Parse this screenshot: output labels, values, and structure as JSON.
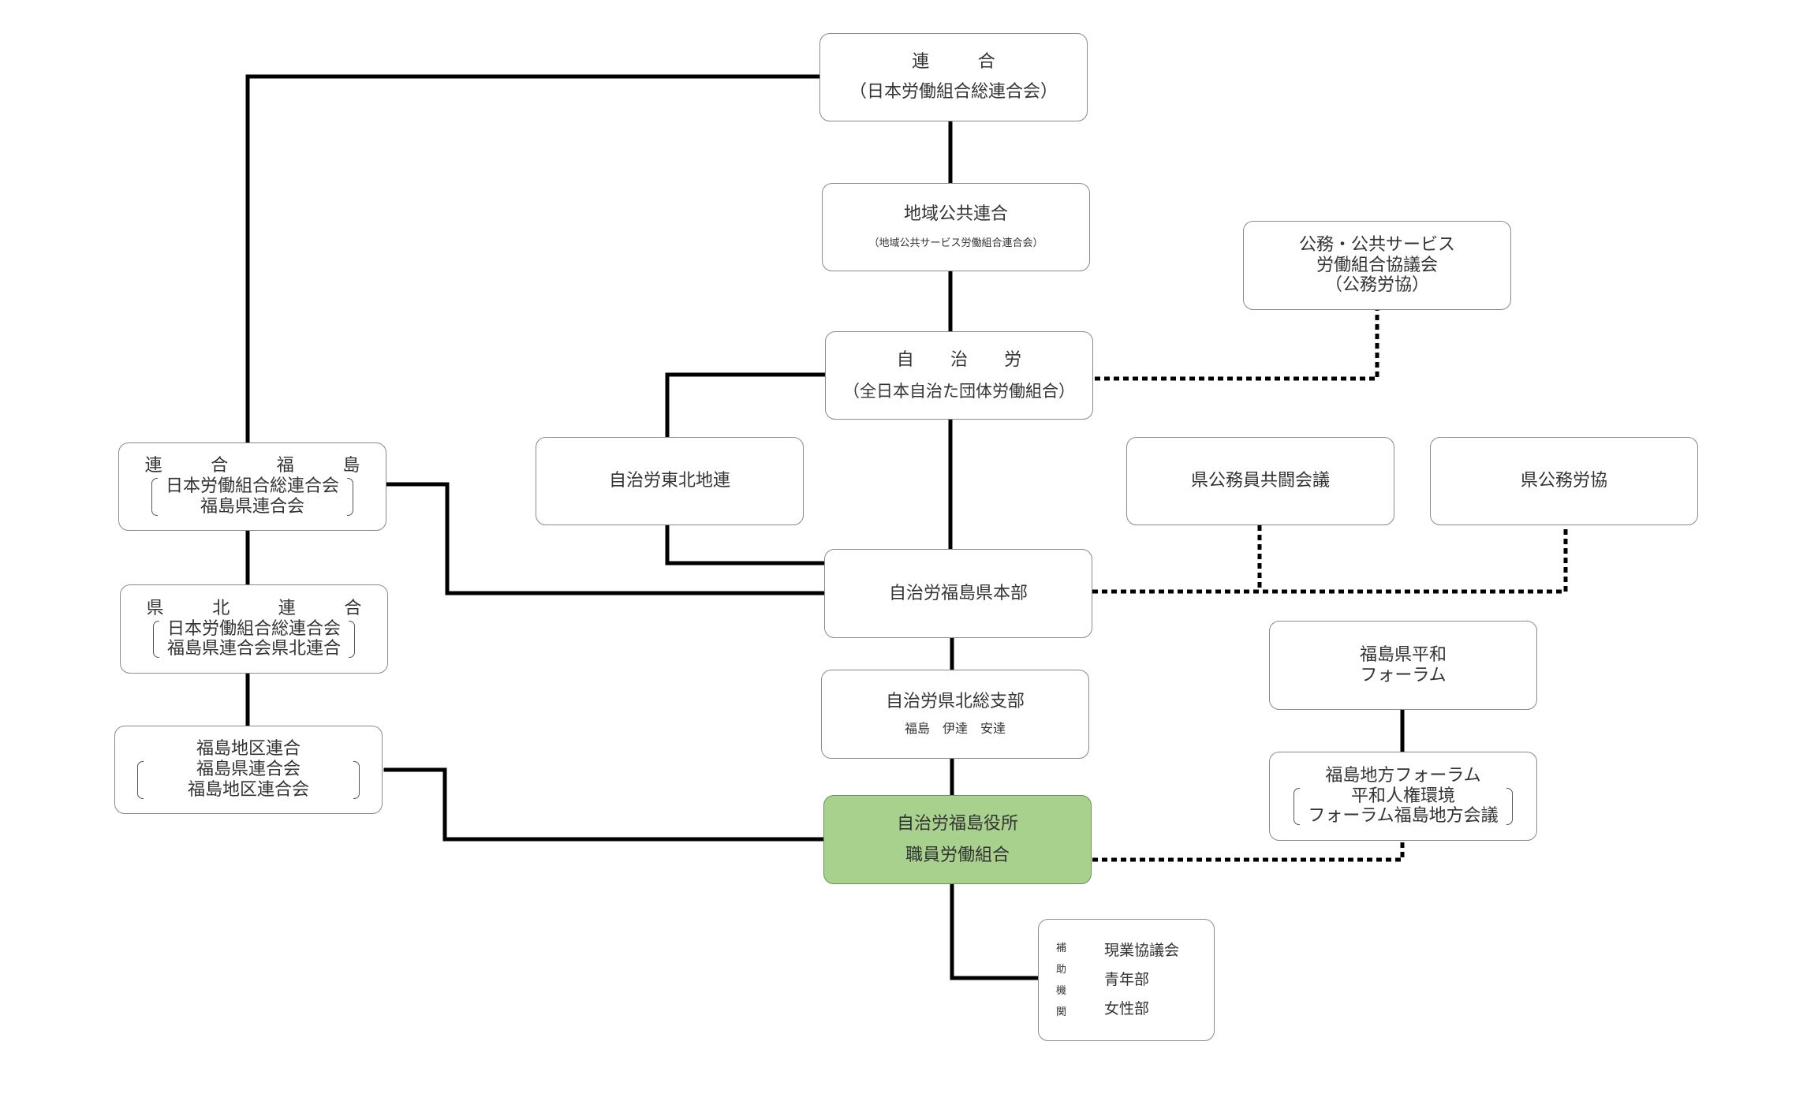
{
  "diagram": {
    "rengo": {
      "line1": "連　合",
      "line2": "（日本労働組合総連合会）"
    },
    "chiiki": {
      "line1": "地域公共連合",
      "line2": "（地域公共サービス労働組合連合会）"
    },
    "koumu": {
      "line1": "公務・公共サービス",
      "line2": "労働組合協議会",
      "line3": "（公務労協）"
    },
    "jichiro": {
      "line1": "自　治　労",
      "line2": "（全日本自治た団体労働組合）"
    },
    "tohoku": {
      "line1": "自治労東北地連"
    },
    "kenkoumuin": {
      "line1": "県公務員共闘会議"
    },
    "kenkoumu_roukyou": {
      "line1": "県公務労協"
    },
    "rengo_fukushima": {
      "line1": "連　合　福　島",
      "line2": "日本労働組合総連合会",
      "line3": "福島県連合会"
    },
    "kenpoku_rengo": {
      "line1": "県　北　連　合",
      "line2": "日本労働組合総連合会",
      "line3": "福島県連合会県北連合"
    },
    "fukushima_chiku": {
      "line1": "福島地区連合",
      "line2": "福島県連合会",
      "line3": "福島地区連合会"
    },
    "honbu": {
      "line1": "自治労福島県本部"
    },
    "kenpoku_soushibu": {
      "line1": "自治労県北総支部",
      "line2": "福島　伊達　安達"
    },
    "heiwa_forum": {
      "line1": "福島県平和",
      "line2": "フォーラム"
    },
    "chihou_forum": {
      "line1": "福島地方フォーラム",
      "line2": "平和人権環境",
      "line3": "フォーラム福島地方会議"
    },
    "main_union": {
      "line1": "自治労福島役所",
      "line2": "職員労働組合"
    },
    "auxiliary": {
      "side_chars": [
        "補",
        "助",
        "機",
        "関"
      ],
      "items": [
        "現業協議会",
        "青年部",
        "女性部"
      ]
    }
  },
  "colors": {
    "highlight_fill": "#a9d18e",
    "box_border": "#8a8a8a",
    "connector": "#000000"
  }
}
